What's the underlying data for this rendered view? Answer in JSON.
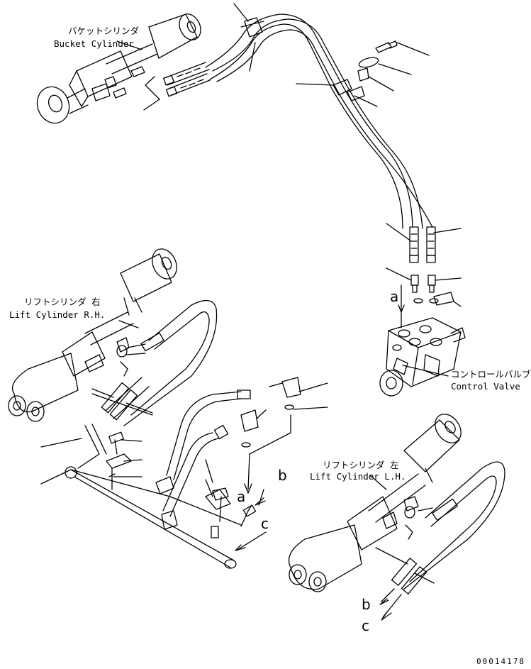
{
  "labels": {
    "bucket_cylinder_jp": "バケットシリンダ",
    "bucket_cylinder_en": "Bucket Cylinder",
    "lift_cylinder_rh_jp": "リフトシリンダ 右",
    "lift_cylinder_rh_en": "Lift Cylinder R.H.",
    "lift_cylinder_lh_jp": "リフトシリンダ 左",
    "lift_cylinder_lh_en": "Lift Cylinder L.H.",
    "control_valve_jp": "コントロールバルブ",
    "control_valve_en": "Control Valve"
  },
  "ref_letters": {
    "a_valve": "a",
    "a_lower": "a",
    "b_lower": "b",
    "c_lower": "c",
    "b_lh": "b",
    "c_lh": "c"
  },
  "part_number": "00014178"
}
